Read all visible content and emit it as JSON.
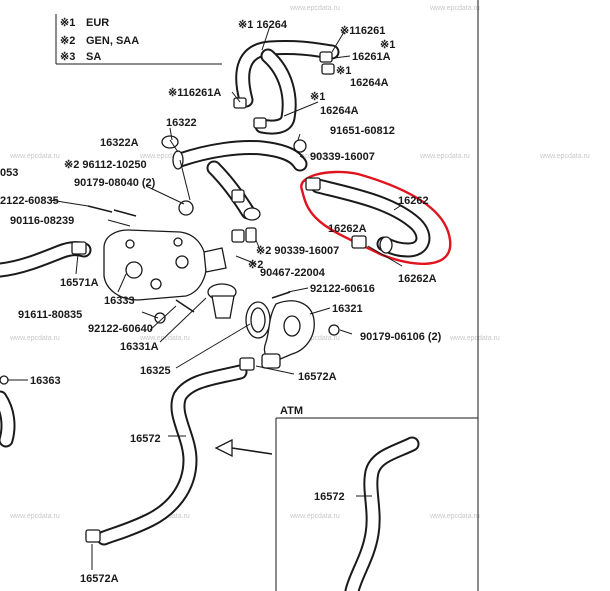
{
  "legend": [
    {
      "mark": "※1",
      "text": "EUR"
    },
    {
      "mark": "※2",
      "text": "GEN, SAA"
    },
    {
      "mark": "※3",
      "text": "SA"
    }
  ],
  "labels": {
    "l16264": "※1 16264",
    "l116261a": "※116261A",
    "l116261": "※116261",
    "l116261a_r": "※1",
    "l16261a": "16261A",
    "l16264a_1": "※1",
    "l16264a_1t": "16264A",
    "l16264a_2": "※1",
    "l16264a_2t": "16264A",
    "l16322": "16322",
    "l16322a": "16322A",
    "l91651": "91651-60812",
    "l90339": "90339-16007",
    "l96112": "※2 96112-10250",
    "l90179a": "90179-08040 (2)",
    "l0053": "053",
    "l92122a": "2122-60835",
    "l90116": "90116-08239",
    "l16571a": "16571A",
    "l16333": "16333",
    "l91611": "91611-80835",
    "l92122b": "92122-60640",
    "l16331a": "16331A",
    "l16363": "16363",
    "l90339b": "※2 90339-16007",
    "l90467": "※2",
    "l90467t": "90467-22004",
    "l16262": "16262",
    "l16262a_1": "16262A",
    "l16262a_2": "16262A",
    "l92122c": "92122-60616",
    "l16321": "16321",
    "l90179b": "90179-06106 (2)",
    "l16325": "16325",
    "l16572a_1": "16572A",
    "l16572": "16572",
    "l16572a_2": "16572A",
    "l16572_atm": "16572"
  },
  "atm": {
    "title": "ATM"
  },
  "watermark": "www.epcdata.ru",
  "colors": {
    "ink": "#1a1a1a",
    "highlight": "#e0141e",
    "watermark": "#c8c8c8"
  }
}
